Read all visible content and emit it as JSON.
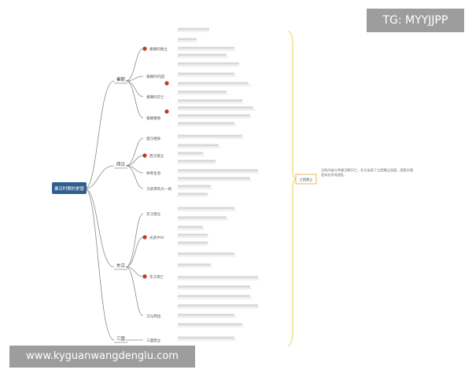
{
  "watermarks": {
    "top_right": "TG: MYYJJPP",
    "bottom_left": "www.kyguanwangdenglu.com"
  },
  "colors": {
    "central_fill": "#2f5f8f",
    "branch_line": "#7a7a7a",
    "marker_red": "#c0392b",
    "accent_box": "#e8a33b",
    "bracket_line": "#e8d34a",
    "highlight_red": "#c0392b"
  },
  "mindmap": {
    "central": "秦汉时期的更替",
    "branches": [
      {
        "label": "秦朝",
        "children": [
          "秦朝的建立",
          "秦朝的巩固",
          "秦朝的灭亡",
          "秦朝暴政"
        ]
      },
      {
        "label": "西汉",
        "children": [
          "楚汉相争",
          "西汉建立",
          "休养生息",
          "汉武帝的大一统"
        ]
      },
      {
        "label": "东汉",
        "children": [
          "东汉建立",
          "光武中兴",
          "东汉衰亡",
          "汉与周边"
        ]
      },
      {
        "label": "三国",
        "children": [
          "三国鼎立"
        ]
      }
    ],
    "side_note_title": "三国鼎立",
    "side_note_text": "汉的内部斗争使汉朝灭亡，北方出现了三国鼎立局面，国家分裂造成长时间战乱"
  }
}
